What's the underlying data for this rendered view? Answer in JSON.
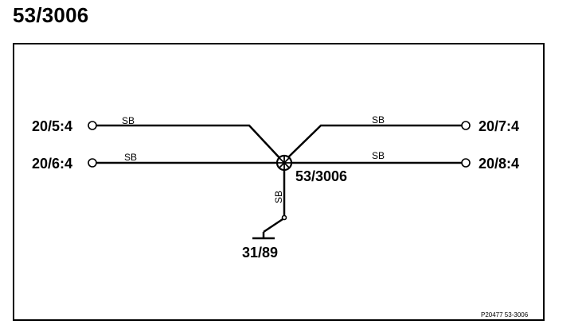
{
  "title": "53/3006",
  "connectors": {
    "left_top": "20/5:4",
    "left_bottom": "20/6:4",
    "right_top": "20/7:4",
    "right_bottom": "20/8:4",
    "splice": "53/3006",
    "ground": "31/89"
  },
  "wires": {
    "left_top": "SB",
    "left_bottom": "SB",
    "right_top": "SB",
    "right_bottom": "SB",
    "down": "SB"
  },
  "reference": "P20477 53-3006",
  "colors": {
    "line": "#000000",
    "background": "#ffffff"
  }
}
